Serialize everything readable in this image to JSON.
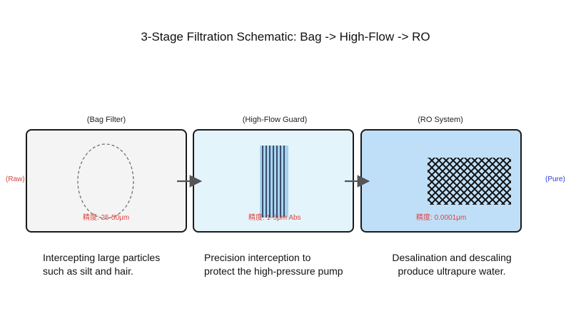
{
  "title": "3-Stage Filtration Schematic: Bag -> High-Flow -> RO",
  "inlet_label": "(Raw)",
  "outlet_label": "(Pure)",
  "stages": [
    {
      "label": "(Bag Filter)",
      "precision": "精度: 25-50μm",
      "description_line1": "Intercepting large particles",
      "description_line2": "such as silt and hair."
    },
    {
      "label": "(High-Flow Guard)",
      "precision": "精度: 1-5μm Abs",
      "description_line1": "Precision interception to",
      "description_line2": "protect the high-pressure pump"
    },
    {
      "label": "(RO System)",
      "precision": "精度: 0.0001μm",
      "description_line1": "Desalination and descaling",
      "description_line2": "produce ultrapure water."
    }
  ],
  "colors": {
    "bag_fill": "#f4f4f4",
    "highflow_fill": "#e3f4fb",
    "ro_fill": "#bfdff8",
    "precision_text": "#e0443f",
    "raw_text": "#d0443f",
    "pure_text": "#2a39d8"
  }
}
